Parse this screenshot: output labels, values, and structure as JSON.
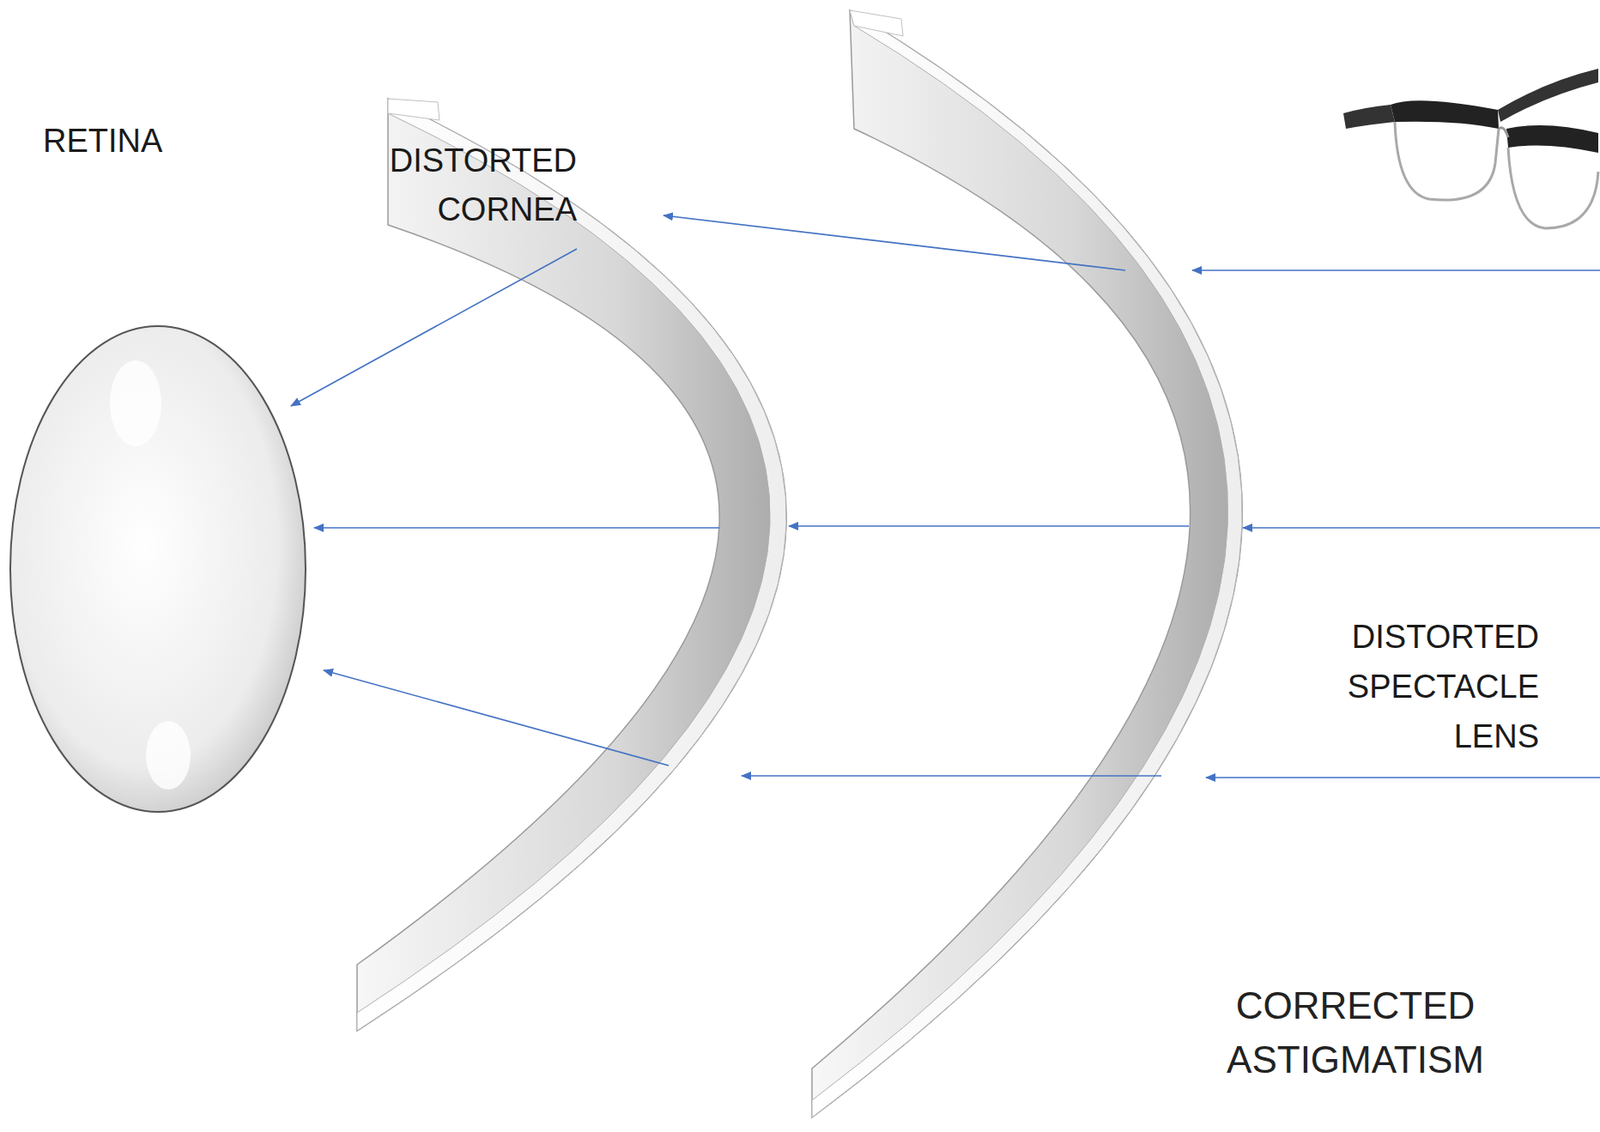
{
  "diagram": {
    "labels": [
      "RETINA",
      "DISTORTED CORNEA",
      "DISTORTED SPECTACLE LENS",
      "CORRECTED ASTIGMATISM"
    ]
  }
}
